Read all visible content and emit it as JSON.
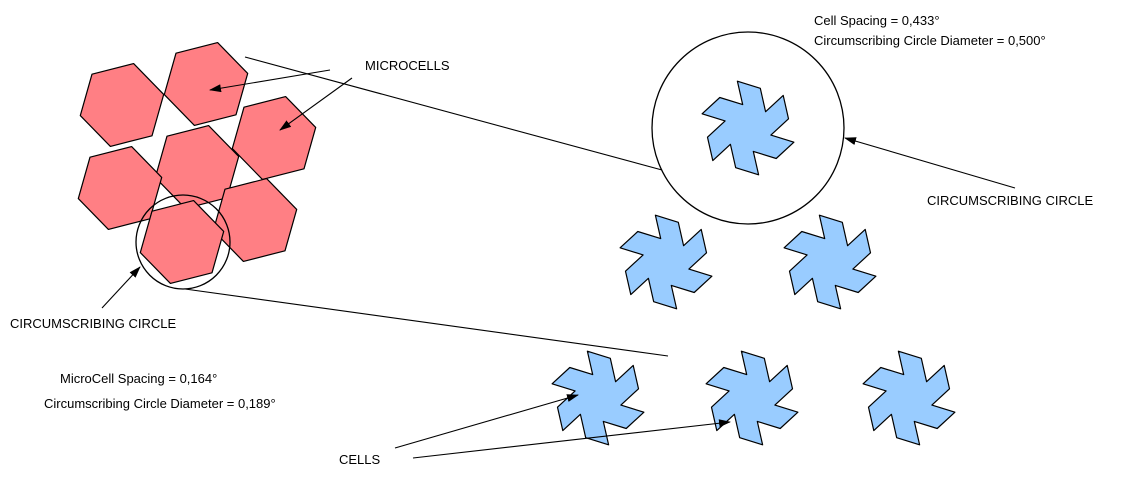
{
  "labels": {
    "microcells": "MICROCELLS",
    "circ_right": "CIRCUMSCRIBING CIRCLE",
    "circ_left": "CIRCUMSCRIBING CIRCLE",
    "cells": "CELLS",
    "cell_spacing": "Cell Spacing = 0,433°",
    "cell_circle_diameter": "Circumscribing Circle Diameter = 0,500°",
    "microcell_spacing": "MicroCell Spacing = 0,164°",
    "microcell_circle_diameter": "Circumscribing Circle Diameter = 0,189°"
  },
  "colors": {
    "microcell_fill": "#ff7f84",
    "cell_fill": "#99ccff",
    "outline": "#000000",
    "background": "#ffffff"
  }
}
